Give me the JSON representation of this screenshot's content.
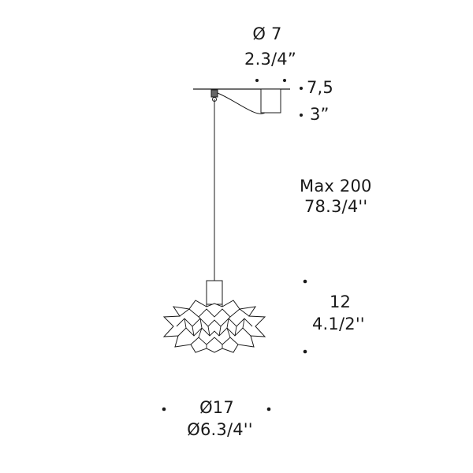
{
  "dimensions": {
    "canopy_diameter": {
      "metric": "Ø 7",
      "imperial": "2.3/4”"
    },
    "canopy_height": {
      "metric": "7,5",
      "imperial": "3”"
    },
    "max_length": {
      "metric": "Max 200",
      "imperial": "78.3/4''"
    },
    "shade_height": {
      "metric": "12",
      "imperial": "4.1/2''"
    },
    "shade_diameter": {
      "metric": "Ø17",
      "imperial": "Ø6.3/4''"
    }
  },
  "colors": {
    "line": "#1a1a1a",
    "fill": "#ffffff"
  }
}
